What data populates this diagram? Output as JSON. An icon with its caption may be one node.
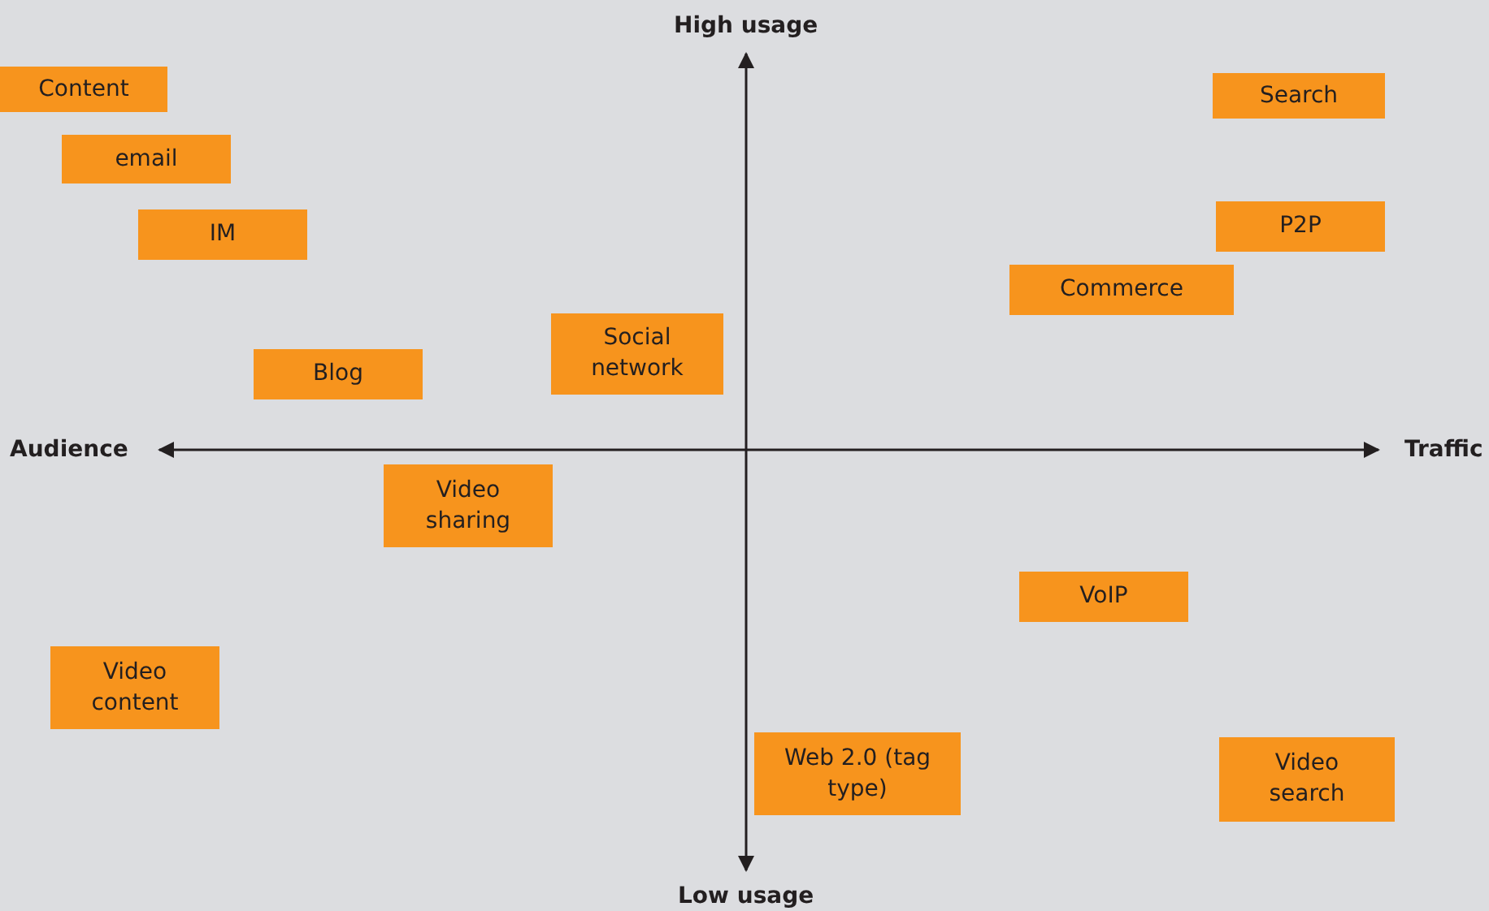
{
  "diagram": {
    "nodes": [
      {
        "text": [
          "Content"
        ]
      },
      {
        "text": [
          "Search"
        ]
      },
      {
        "text": [
          "email"
        ]
      },
      {
        "text": [
          "P2P"
        ]
      },
      {
        "text": [
          "IM"
        ]
      },
      {
        "text": [
          "Commerce"
        ]
      },
      {
        "text": [
          "Social network"
        ]
      },
      {
        "text": [
          "Blog"
        ]
      },
      {
        "text": [
          "Video sharing"
        ]
      },
      {
        "text": [
          "VoIP"
        ]
      },
      {
        "text": [
          "Video content"
        ]
      },
      {
        "text": [
          "Web 2.0 (tag type)"
        ]
      },
      {
        "text": [
          "Video search"
        ]
      }
    ],
    "edges": [],
    "labels": [
      "High usage",
      "Audience",
      "Traffic",
      "Low usage"
    ]
  }
}
